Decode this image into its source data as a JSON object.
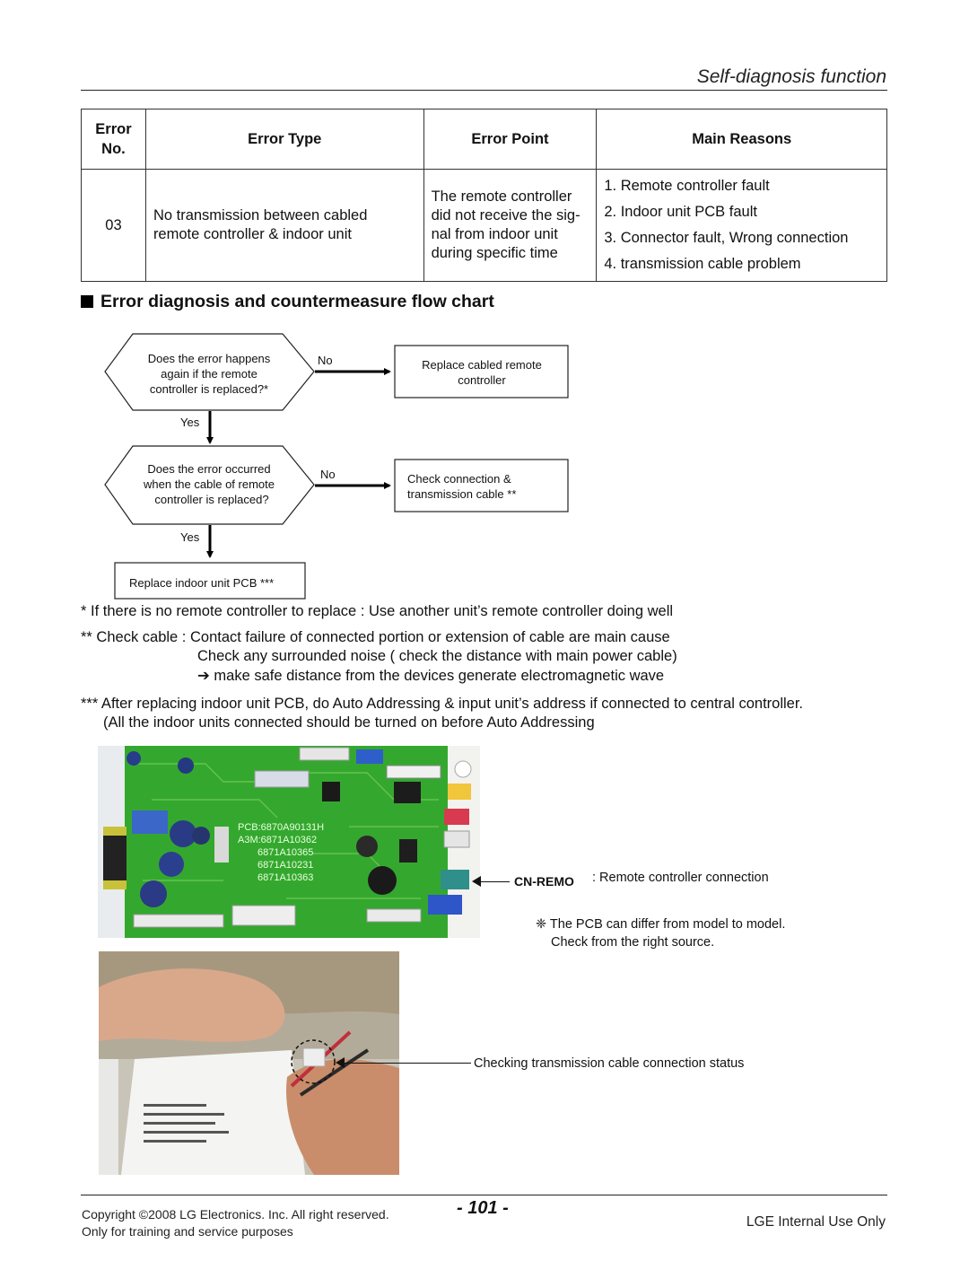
{
  "header": {
    "title": "Self-diagnosis function"
  },
  "table": {
    "headers": {
      "no": "Error\nNo.",
      "type": "Error Type",
      "point": "Error Point",
      "reasons": "Main Reasons"
    },
    "row": {
      "no": "03",
      "type": "No transmission between cabled remote controller & indoor unit",
      "point": "The remote controller did not receive the sig- nal from indoor unit during specific time",
      "reasons": [
        "1. Remote controller fault",
        "2. Indoor unit PCB fault",
        "3. Connector fault, Wrong connection",
        "4. transmission cable problem"
      ]
    }
  },
  "section": {
    "title": "Error diagnosis and countermeasure flow chart"
  },
  "flowchart": {
    "q1": [
      "Does the error happens",
      "again if the remote",
      "controller is replaced?*"
    ],
    "q1_no": "No",
    "a1": [
      "Replace cabled remote",
      "controller"
    ],
    "q1_yes": "Yes",
    "q2": [
      "Does the error occurred",
      "when the cable of remote",
      "controller is replaced?"
    ],
    "q2_no": "No",
    "a2": [
      "Check connection &",
      "transmission cable **"
    ],
    "q2_yes": "Yes",
    "a3": "Replace indoor unit PCB ***"
  },
  "notes": {
    "n1": "* If there is no remote controller to replace : Use another unit’s remote controller doing well",
    "n2_line1": "** Check cable : Contact failure of connected portion or extension of cable are main cause",
    "n2_line2": "Check any surrounded noise ( check the distance with main power cable)",
    "n2_line3": "➔ make safe distance from the devices generate electromagnetic wave",
    "n3_line1": "*** After replacing indoor unit PCB, do Auto Addressing & input unit’s address if connected to central controller.",
    "n3_line2": "(All the indoor units connected should be turned on before Auto Addressing"
  },
  "pcb_photo": {
    "labels": [
      "PCB:6870A90131H",
      "A3M:6871A10362",
      "6871A10365",
      "6871A10231",
      "6871A10363"
    ],
    "callout_label": "CN-REMO",
    "callout_text": ": Remote controller connection",
    "note_line1": "❈ The PCB can differ from model to model.",
    "note_line2": "Check from the right source."
  },
  "cable_photo": {
    "callout_text": "Checking transmission cable connection status"
  },
  "footer": {
    "copyright": "Copyright ©2008 LG Electronics. Inc. All right reserved.",
    "purpose": "Only for training and service purposes",
    "page_number": "- 101 -",
    "internal": "LGE Internal Use Only"
  }
}
